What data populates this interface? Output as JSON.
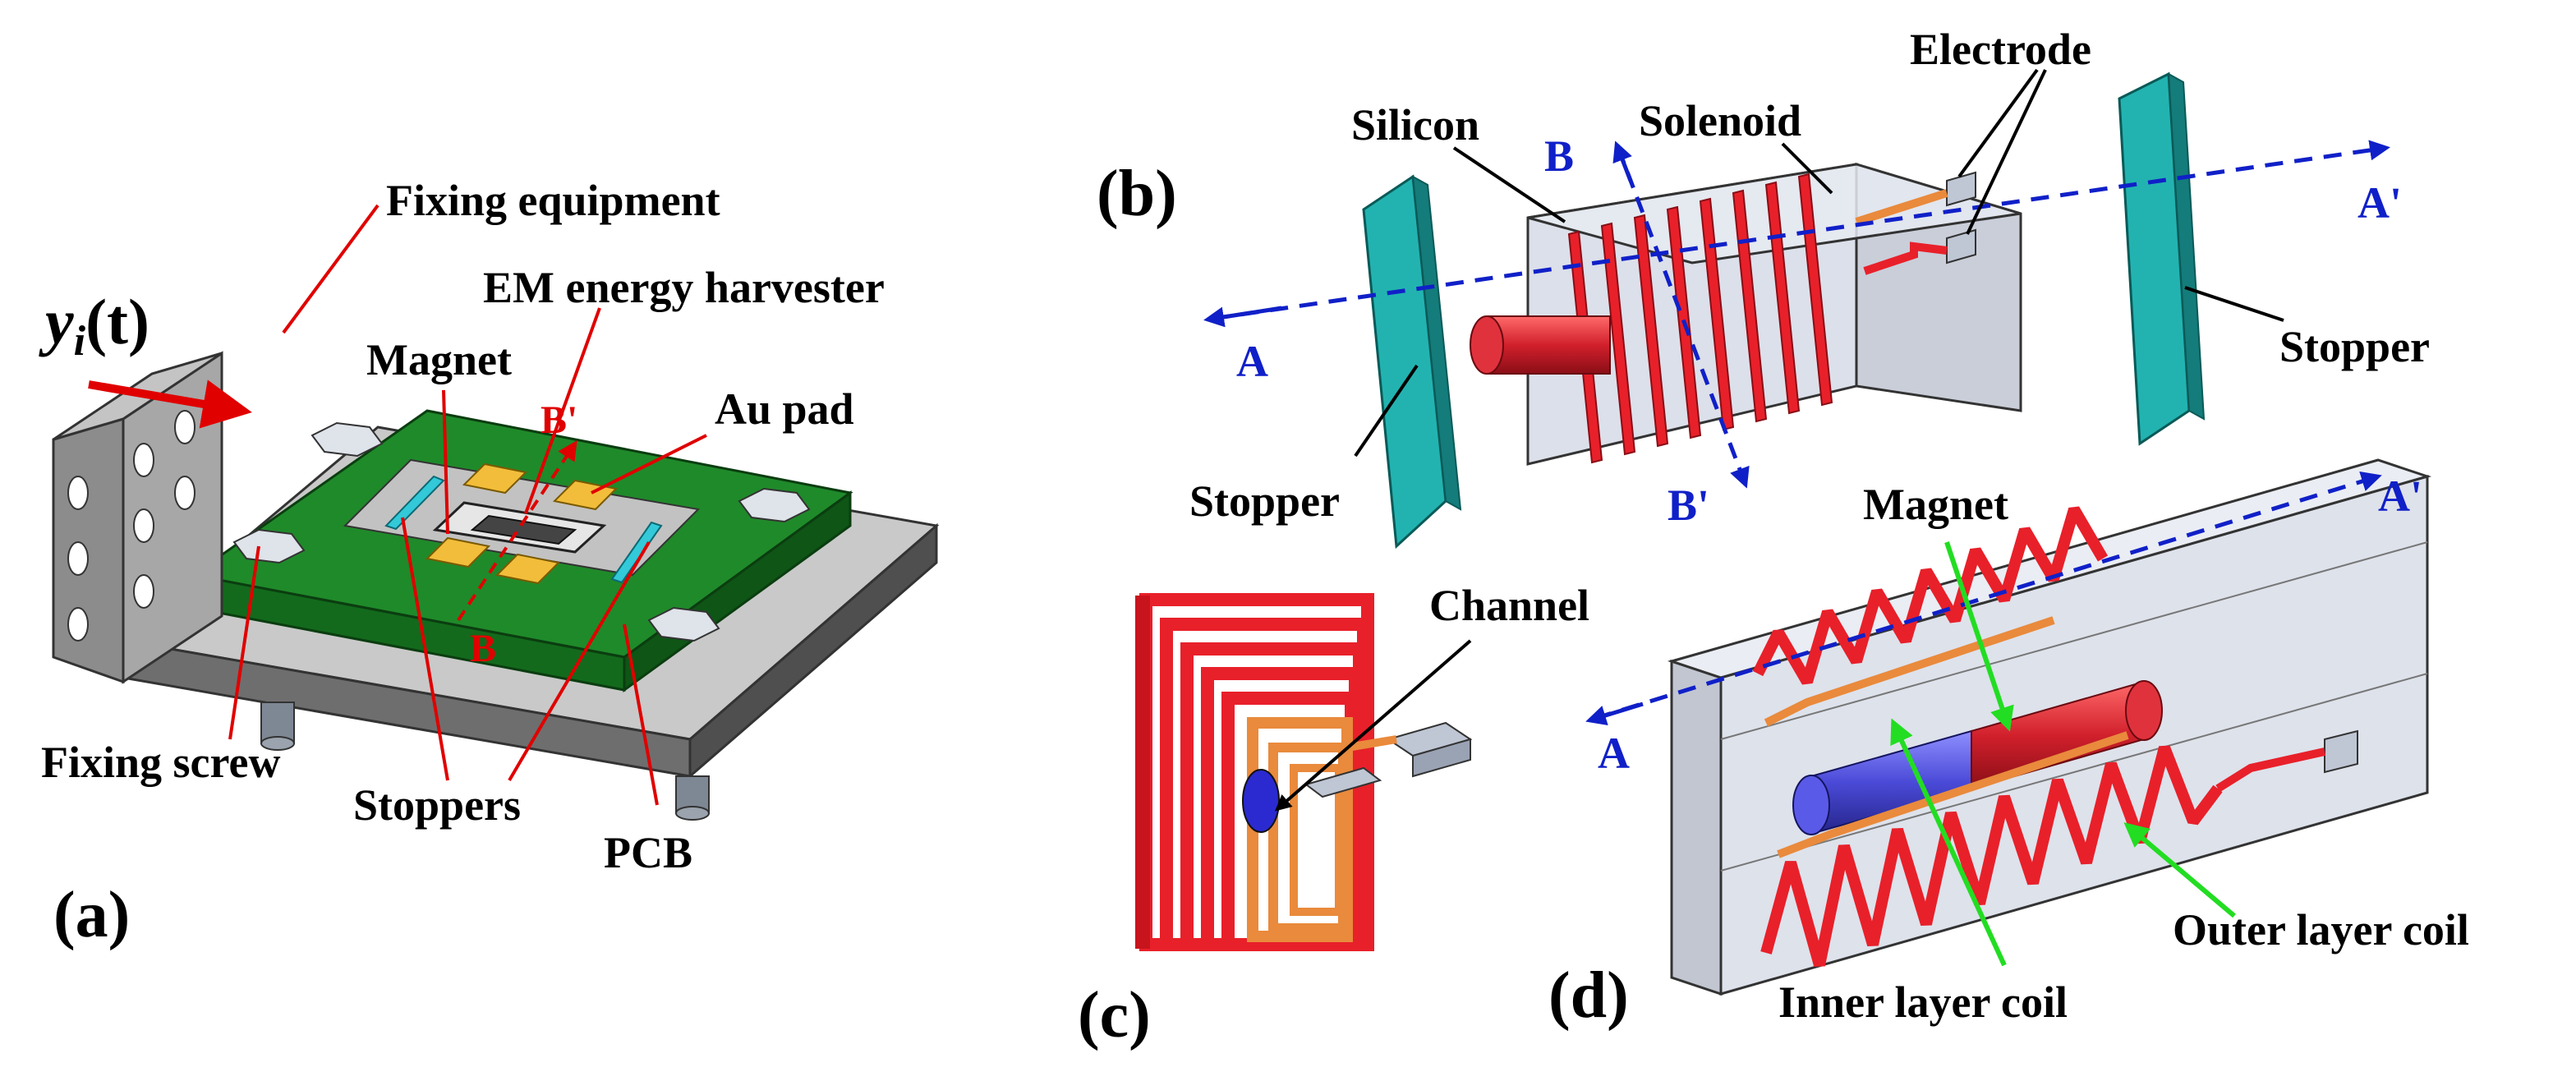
{
  "colors": {
    "leader_black": "#000000",
    "leader_red": "#e00000",
    "leader_green": "#22dd22",
    "axis_blue": "#1020c8",
    "pcb_green": "#1f8a2a",
    "pcb_green_dark": "#136a1c",
    "gray_base": "#8c8c8c",
    "gray_light": "#bdbdbd",
    "gold": "#f2bd3a",
    "cyan": "#33c9d9",
    "teal_stopper": "#22b3b0",
    "coil_red": "#e8202a",
    "coil_orange": "#e98a3c",
    "magnet_red": "#d1202c",
    "magnet_blue": "#4a4ad8",
    "silicon": "#d6dbe6"
  },
  "panel_a": {
    "panel_label": "(a)",
    "input_label": "y",
    "input_sub": "i",
    "input_arg": "(t)",
    "fixing_equipment": "Fixing equipment",
    "em_harvester": "EM energy harvester",
    "magnet": "Magnet",
    "au_pad": "Au pad",
    "b_prime": "B'",
    "b": "B",
    "fixing_screw": "Fixing screw",
    "stoppers": "Stoppers",
    "pcb": "PCB"
  },
  "panel_b": {
    "panel_label": "(b)",
    "silicon": "Silicon",
    "solenoid": "Solenoid",
    "electrode": "Electrode",
    "b": "B",
    "b_prime": "B'",
    "a": "A",
    "a_prime": "A'",
    "stopper_left": "Stopper",
    "stopper_right": "Stopper"
  },
  "panel_c": {
    "panel_label": "(c)",
    "channel": "Channel"
  },
  "panel_d": {
    "panel_label": "(d)",
    "magnet": "Magnet",
    "a": "A",
    "a_prime": "A'",
    "outer_coil": "Outer layer coil",
    "inner_coil": "Inner layer coil"
  }
}
